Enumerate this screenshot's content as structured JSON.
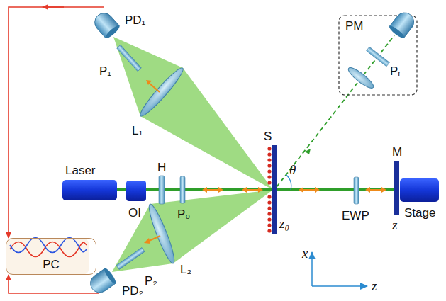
{
  "diagram": {
    "nodes": [
      {
        "text": [
          "PC"
        ]
      }
    ],
    "labels": [
      "PD₁",
      "P₁",
      "L₁",
      "PM",
      "Pᵣ",
      "θ",
      "S",
      "Laser",
      "OI",
      "H",
      "P₀",
      "z₀",
      "EWP",
      "M",
      "z",
      "Stage",
      "L₂",
      "P₂",
      "PD₂",
      "x",
      "z"
    ]
  }
}
